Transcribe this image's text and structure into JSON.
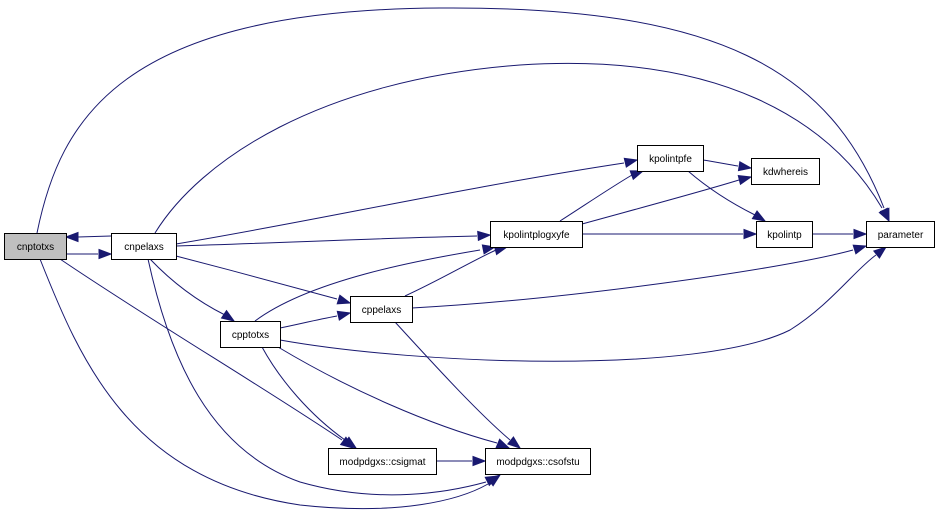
{
  "diagram": {
    "type": "call-graph",
    "colors": {
      "edge": "#191970",
      "root_fill": "#bfbfbf",
      "node_fill": "#ffffff",
      "node_stroke": "#000000"
    },
    "nodes": [
      {
        "id": "cnptotxs",
        "label": "cnptotxs",
        "root": true
      },
      {
        "id": "cnpelaxs",
        "label": "cnpelaxs"
      },
      {
        "id": "cpptotxs",
        "label": "cpptotxs"
      },
      {
        "id": "cppelaxs",
        "label": "cppelaxs"
      },
      {
        "id": "kpolintplogxyfe",
        "label": "kpolintplogxyfe"
      },
      {
        "id": "kpolintpfe",
        "label": "kpolintpfe"
      },
      {
        "id": "kdwhereis",
        "label": "kdwhereis"
      },
      {
        "id": "kpolintp",
        "label": "kpolintp"
      },
      {
        "id": "parameter",
        "label": "parameter"
      },
      {
        "id": "csigmat",
        "label": "modpdgxs::csigmat"
      },
      {
        "id": "csofstu",
        "label": "modpdgxs::csofstu"
      }
    ],
    "edges": [
      {
        "from": "cnptotxs",
        "to": "cnpelaxs"
      },
      {
        "from": "cnptotxs",
        "to": "parameter"
      },
      {
        "from": "cnptotxs",
        "to": "csigmat"
      },
      {
        "from": "cnptotxs",
        "to": "csofstu"
      },
      {
        "from": "cnpelaxs",
        "to": "cnptotxs"
      },
      {
        "from": "cnpelaxs",
        "to": "kpolintpfe"
      },
      {
        "from": "cnpelaxs",
        "to": "kpolintplogxyfe"
      },
      {
        "from": "cnpelaxs",
        "to": "cppelaxs"
      },
      {
        "from": "cnpelaxs",
        "to": "cpptotxs"
      },
      {
        "from": "cnpelaxs",
        "to": "parameter"
      },
      {
        "from": "cnpelaxs",
        "to": "csofstu"
      },
      {
        "from": "cpptotxs",
        "to": "cppelaxs"
      },
      {
        "from": "cpptotxs",
        "to": "kpolintplogxyfe"
      },
      {
        "from": "cpptotxs",
        "to": "parameter"
      },
      {
        "from": "cpptotxs",
        "to": "csigmat"
      },
      {
        "from": "cpptotxs",
        "to": "csofstu"
      },
      {
        "from": "cppelaxs",
        "to": "kpolintplogxyfe"
      },
      {
        "from": "cppelaxs",
        "to": "parameter"
      },
      {
        "from": "cppelaxs",
        "to": "csofstu"
      },
      {
        "from": "kpolintplogxyfe",
        "to": "kpolintpfe"
      },
      {
        "from": "kpolintplogxyfe",
        "to": "kdwhereis"
      },
      {
        "from": "kpolintplogxyfe",
        "to": "kpolintp"
      },
      {
        "from": "kpolintpfe",
        "to": "kdwhereis"
      },
      {
        "from": "kpolintpfe",
        "to": "kpolintp"
      },
      {
        "from": "kpolintp",
        "to": "parameter"
      },
      {
        "from": "csigmat",
        "to": "csofstu"
      }
    ]
  }
}
